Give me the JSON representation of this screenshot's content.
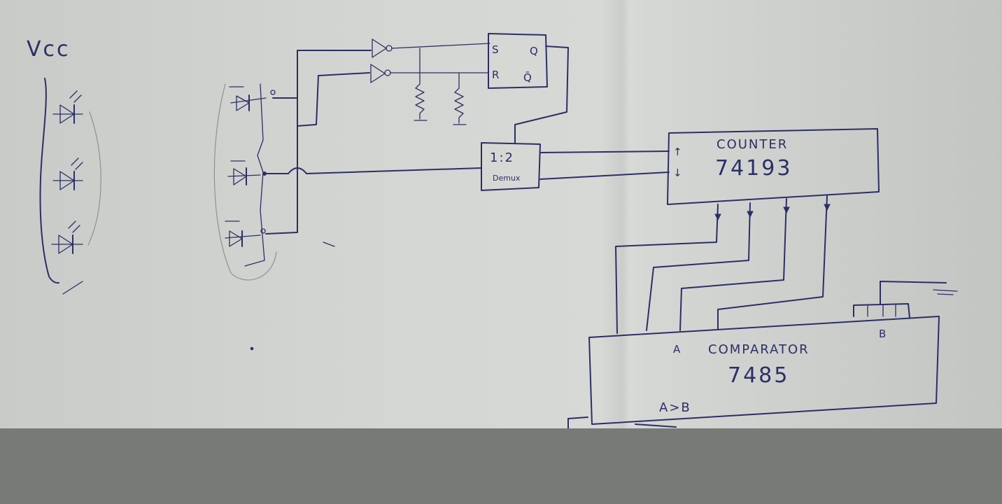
{
  "labels": {
    "vcc": "Vcc",
    "sr": {
      "s": "S",
      "r": "R",
      "q": "Q",
      "qbar": "Q̄"
    },
    "demux": {
      "ratio": "1:2",
      "name": "Demux"
    },
    "counter": {
      "title": "COUNTER",
      "part": "74193",
      "up": "↑",
      "down": "↓"
    },
    "comparator": {
      "title": "COMPARATOR",
      "part": "7485",
      "a": "A",
      "b": "B",
      "agtb": "A>B"
    }
  }
}
